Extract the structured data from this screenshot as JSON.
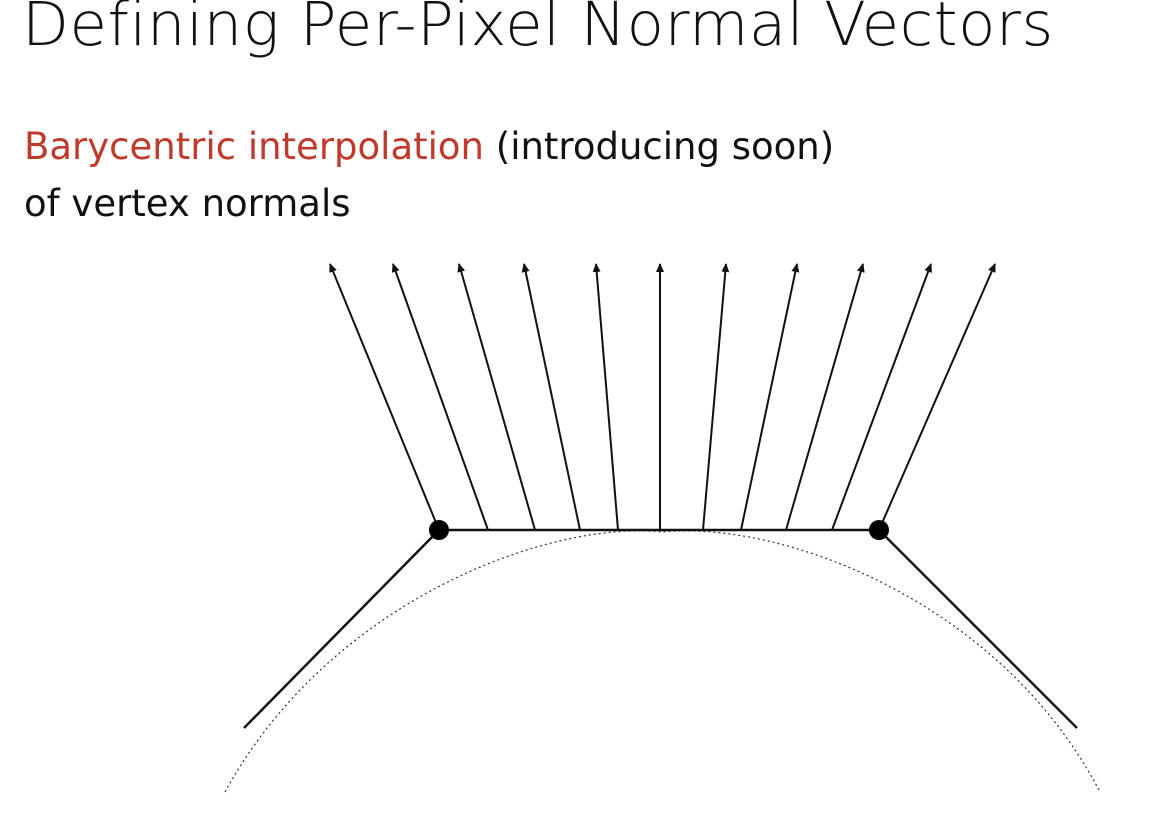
{
  "slide": {
    "title": "Defining Per-Pixel Normal Vectors",
    "subtitle": {
      "highlight": "Barycentric interpolation",
      "rest_line1": " (introducing soon)",
      "line2": "of vertex normals"
    }
  },
  "colors": {
    "highlight": "#c0392b",
    "ink": "#111111"
  }
}
